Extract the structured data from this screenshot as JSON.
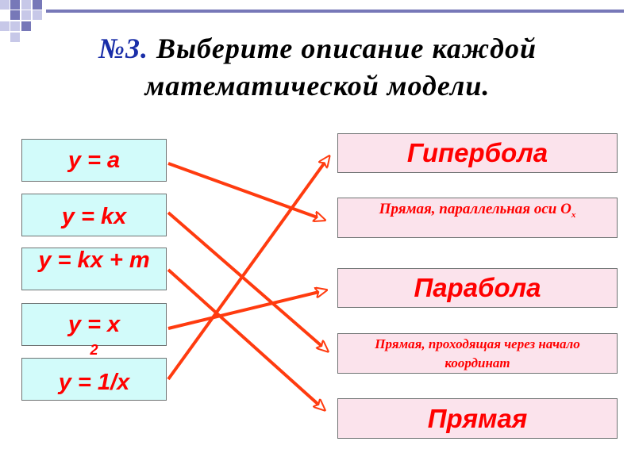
{
  "title": {
    "number": "№3.",
    "text_line1": "Выберите  описание  каждой",
    "text_line2": "математической  модели."
  },
  "models": [
    {
      "formula": "y = a"
    },
    {
      "formula": "y = kx"
    },
    {
      "formula": "y = kx + m"
    },
    {
      "formula_base": "y = x",
      "formula_sup": "2"
    },
    {
      "formula": "y = 1/x"
    }
  ],
  "descriptions": [
    {
      "label": "Гипербола"
    },
    {
      "label": "Прямая, параллельная оси О",
      "sub": "x"
    },
    {
      "label": "Парабола"
    },
    {
      "label": "Прямая, проходящая через начало координат"
    },
    {
      "label": "Прямая"
    }
  ],
  "colors": {
    "accent": "#ff0000",
    "arrow": "#ff3b0f",
    "left_box_bg": "#d2fbfa",
    "right_box_bg": "#fbe3ec",
    "title_number": "#1a2ea8",
    "decor_square_dark": "#7778b8",
    "decor_square_light": "#c7c8e8"
  }
}
